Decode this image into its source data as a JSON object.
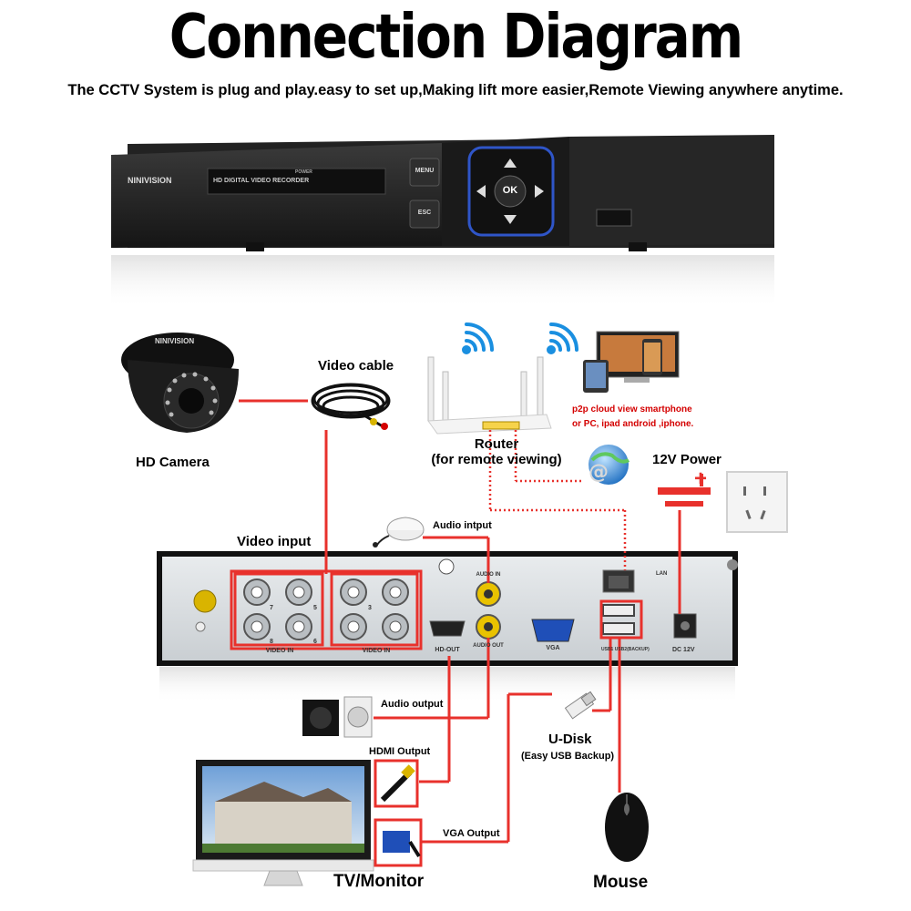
{
  "header": {
    "title": "Connection Diagram",
    "subtitle": "The CCTV System is plug and play.easy to set up,Making lift more easier,Remote Viewing anywhere anytime."
  },
  "dvr_front": {
    "brand": "NINIVISION",
    "panel_label": "HD DIGITAL VIDEO RECORDER",
    "power_label": "POWER",
    "menu_button": "MENU",
    "esc_button": "ESC",
    "ok_button": "OK"
  },
  "camera": {
    "brand": "NINIVISION",
    "label": "HD Camera"
  },
  "video_cable": {
    "label": "Video cable"
  },
  "router": {
    "label": "Router",
    "sublabel": "(for remote viewing)"
  },
  "p2p": {
    "line1": "p2p cloud  view smartphone",
    "line2": "or PC, ipad android ,iphone."
  },
  "power": {
    "label": "12V Power",
    "plus": "+"
  },
  "audio_input": {
    "label": "Audio intput"
  },
  "video_input": {
    "label": "Video input"
  },
  "dvr_back": {
    "video_in_1": "VIDEO IN",
    "video_in_2": "VIDEO IN",
    "audio_in": "AUDIO IN",
    "audio_out": "AUDIO OUT",
    "hd_out": "HD-OUT",
    "vga": "VGA",
    "lan": "LAN",
    "usb": "USB1 USB2(BACKUP)",
    "dc": "DC 12V",
    "ch7": "7",
    "ch5": "5",
    "ch3": "3",
    "ch8": "8",
    "ch6": "6"
  },
  "audio_output": {
    "label": "Audio output"
  },
  "hdmi_output": {
    "label": "HDMI Output"
  },
  "vga_output": {
    "label": "VGA Output"
  },
  "udisk": {
    "label": "U-Disk",
    "sublabel": "(Easy USB Backup)"
  },
  "monitor": {
    "label": "TV/Monitor"
  },
  "mouse": {
    "label": "Mouse"
  },
  "colors": {
    "accent": "#e8312c",
    "dvr_dark": "#1e1e1e",
    "panel_silver": "#d9dde0"
  }
}
